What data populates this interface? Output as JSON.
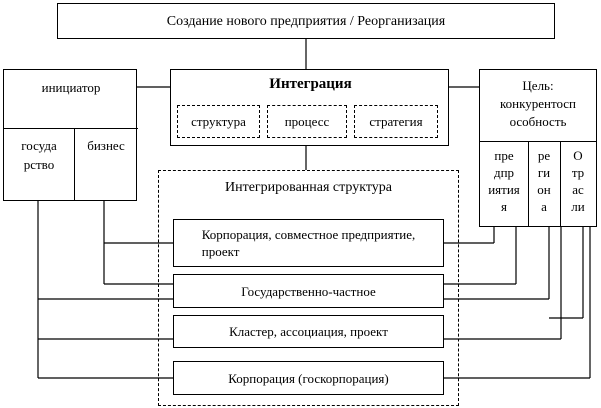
{
  "top_box": "Создание нового предприятия / Реорганизация",
  "initiator": {
    "title": "инициатор",
    "gov_line1": "госуда",
    "gov_line2": "рство",
    "business": "бизнес"
  },
  "integration": {
    "title": "Интеграция",
    "items": [
      "структура",
      "процесс",
      "стратегия"
    ]
  },
  "goal": {
    "line1": "Цель:",
    "line2": "конкурентосп",
    "line3": "особность",
    "enterprise": [
      "пре",
      "дпр",
      "иятия",
      "я"
    ],
    "region": [
      "ре",
      "ги",
      "он",
      "а"
    ],
    "industry": [
      "О",
      "тр",
      "ас",
      "ли"
    ]
  },
  "integrated": {
    "title": "Интегрированная структура",
    "forms": [
      {
        "line1": "Корпорация, совместное предприятие,",
        "line2": "проект"
      },
      {
        "line1": "Государственно-частное"
      },
      {
        "line1": "Кластер, ассоциация, проект"
      },
      {
        "line1": "Корпорация (госкорпорация)"
      }
    ]
  }
}
